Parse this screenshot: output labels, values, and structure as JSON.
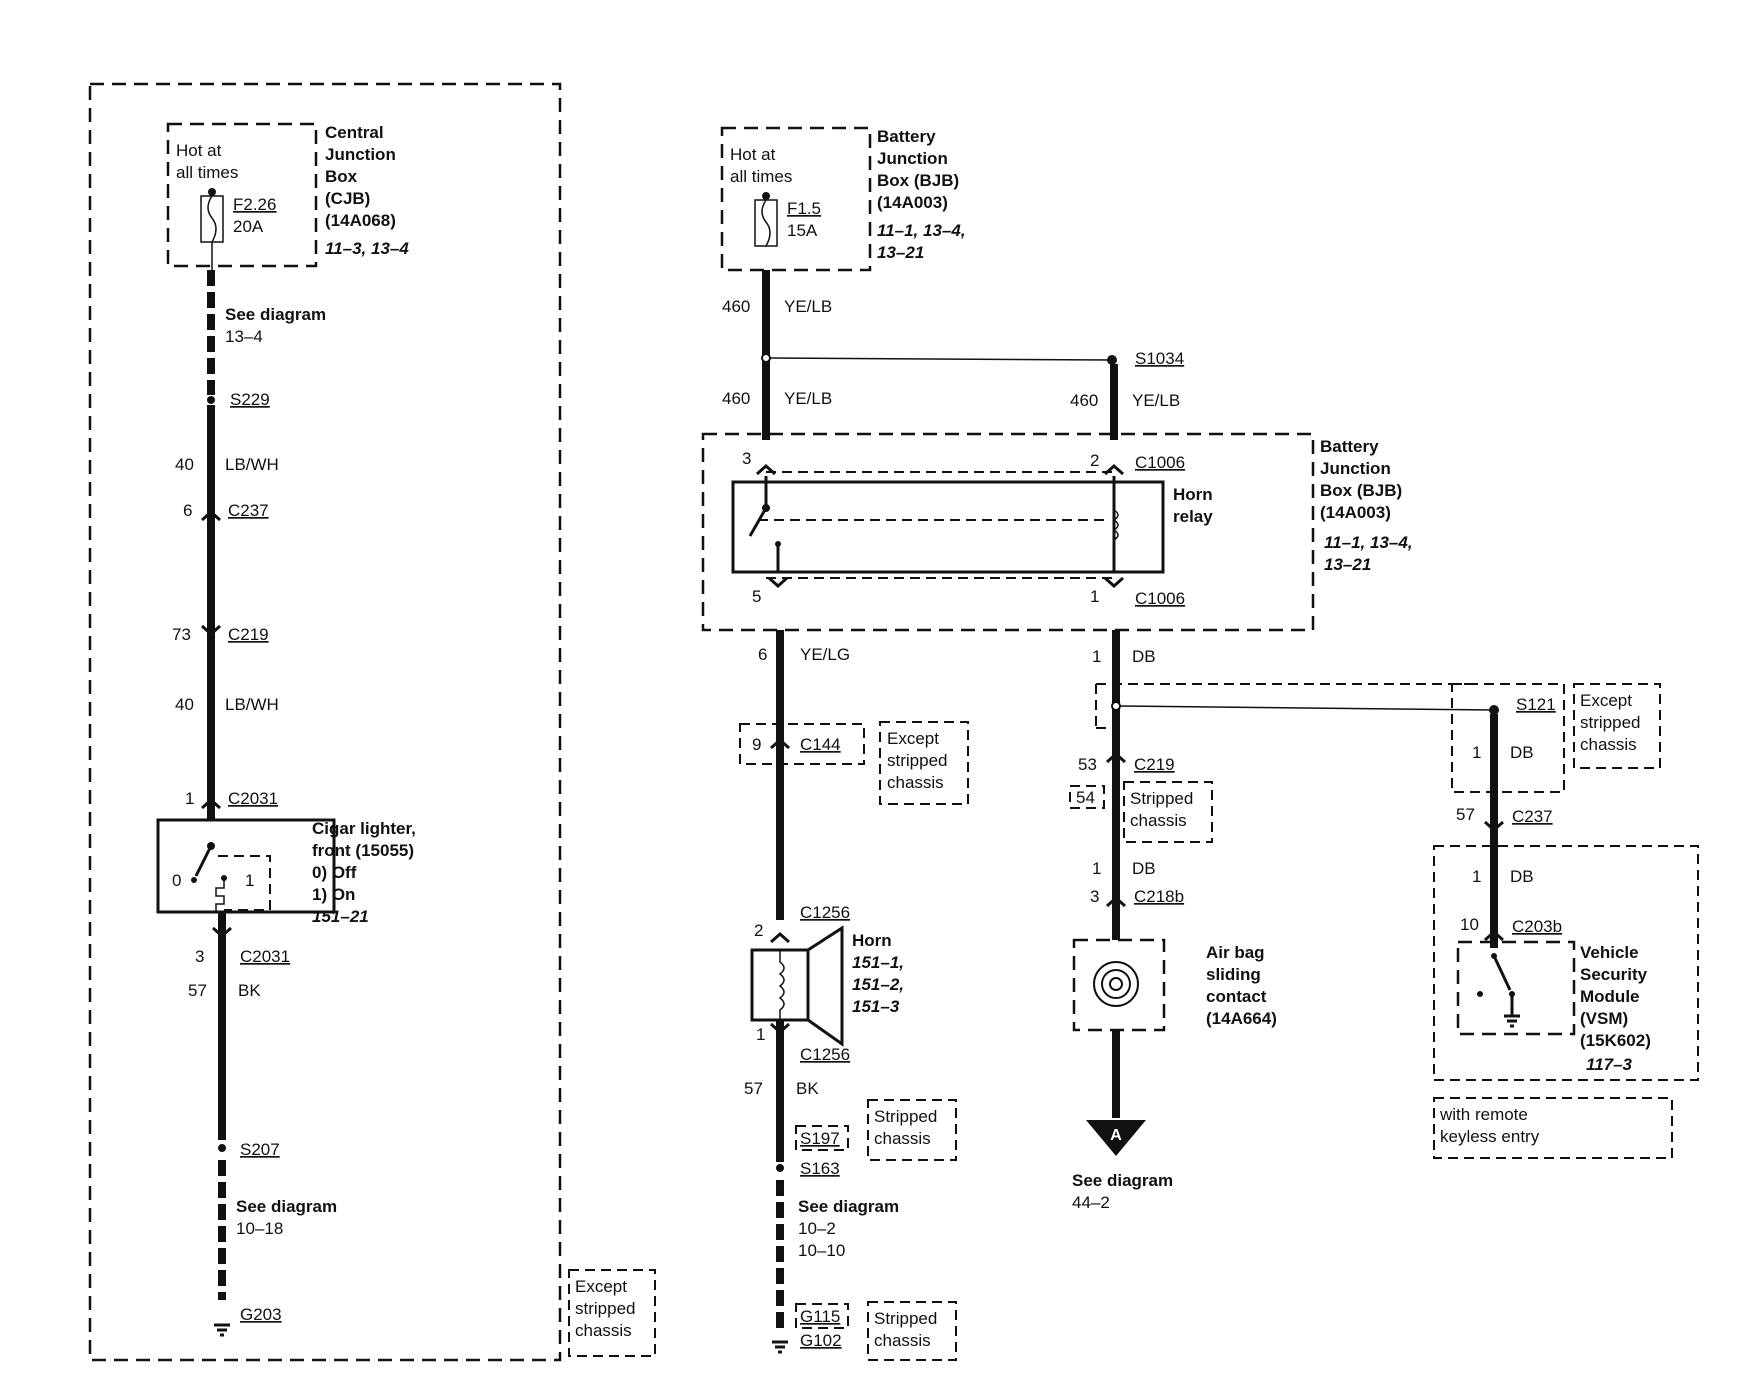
{
  "left_circuit": {
    "cjb": {
      "hot": [
        "Hot at",
        "all times"
      ],
      "fuse_id": "F2.26",
      "fuse_rating": "20A",
      "name": [
        "Central",
        "Junction",
        "Box",
        "(CJB)",
        "(14A068)"
      ],
      "refs": "11–3, 13–4"
    },
    "see_top": [
      "See diagram",
      "13–4"
    ],
    "s229": "S229",
    "w1": {
      "num": "40",
      "color": "LB/WH"
    },
    "c237": {
      "pin": "6",
      "id": "C237"
    },
    "c219": {
      "pin": "73",
      "id": "C219"
    },
    "w2": {
      "num": "40",
      "color": "LB/WH"
    },
    "c2031_top": {
      "pin": "1",
      "id": "C2031"
    },
    "lighter": {
      "name": [
        "Cigar lighter,",
        "front (15055)"
      ],
      "states": [
        "0) Off",
        "1) On"
      ],
      "ref": "151–21",
      "pos0": "0",
      "pos1": "1"
    },
    "c2031_bot": {
      "pin": "3",
      "id": "C2031"
    },
    "w3": {
      "num": "57",
      "color": "BK"
    },
    "s207": "S207",
    "see_bottom": [
      "See diagram",
      "10–18"
    ],
    "g203": "G203",
    "except_box": [
      "Except",
      "stripped",
      "chassis"
    ]
  },
  "bjb_top": {
    "hot": [
      "Hot at",
      "all times"
    ],
    "fuse_id": "F1.5",
    "fuse_rating": "15A",
    "name": [
      "Battery",
      "Junction",
      "Box (BJB)",
      "(14A003)"
    ],
    "refs": [
      "11–1, 13–4,",
      "13–21"
    ]
  },
  "wire460_a": {
    "num": "460",
    "color": "YE/LB"
  },
  "wire460_b": {
    "num": "460",
    "color": "YE/LB"
  },
  "wire460_c": {
    "num": "460",
    "color": "YE/LB"
  },
  "s1034": "S1034",
  "horn_relay_box": {
    "pin3": "3",
    "pin2": "2",
    "pin5": "5",
    "pin1": "1",
    "c1006_top": "C1006",
    "c1006_bot": "C1006",
    "relay_name": [
      "Horn",
      "relay"
    ],
    "bjb_name": [
      "Battery",
      "Junction",
      "Box (BJB)",
      "(14A003)"
    ],
    "bjb_refs": [
      "11–1, 13–4,",
      "13–21"
    ]
  },
  "horn_branch": {
    "wire": {
      "num": "6",
      "color": "YE/LG"
    },
    "c144": {
      "pin": "9",
      "id": "C144"
    },
    "except_box": [
      "Except",
      "stripped",
      "chassis"
    ],
    "c1256_top": {
      "pin": "2",
      "id": "C1256"
    },
    "horn_name": "Horn",
    "horn_refs": [
      "151–1,",
      "151–2,",
      "151–3"
    ],
    "c1256_bot": {
      "pin": "1",
      "id": "C1256"
    },
    "w_bk": {
      "num": "57",
      "color": "BK"
    },
    "s197": "S197",
    "s163": "S163",
    "stripped_box1": [
      "Stripped",
      "chassis"
    ],
    "see": [
      "See diagram",
      "10–2",
      "10–10"
    ],
    "g115": "G115",
    "g102": "G102",
    "stripped_box2": [
      "Stripped",
      "chassis"
    ]
  },
  "airbag_branch": {
    "wire": {
      "num": "1",
      "color": "DB"
    },
    "c219": {
      "pin": "53",
      "id": "C219"
    },
    "alt_pin": "54",
    "stripped_box": [
      "Stripped",
      "chassis"
    ],
    "w2": {
      "num": "1",
      "color": "DB"
    },
    "c218b": {
      "pin": "3",
      "id": "C218b"
    },
    "name": [
      "Air bag",
      "sliding",
      "contact",
      "(14A664)"
    ],
    "conn": "A",
    "see": [
      "See diagram",
      "44–2"
    ]
  },
  "vsm_branch": {
    "s121": "S121",
    "except_box": [
      "Except",
      "stripped",
      "chassis"
    ],
    "w1": {
      "num": "1",
      "color": "DB"
    },
    "c237": {
      "pin": "57",
      "id": "C237"
    },
    "w2": {
      "num": "1",
      "color": "DB"
    },
    "c203b": {
      "pin": "10",
      "id": "C203b"
    },
    "name": [
      "Vehicle",
      "Security",
      "Module",
      "(VSM)",
      "(15K602)"
    ],
    "ref": "117–3",
    "remote_box": [
      "with remote",
      "keyless entry"
    ]
  }
}
